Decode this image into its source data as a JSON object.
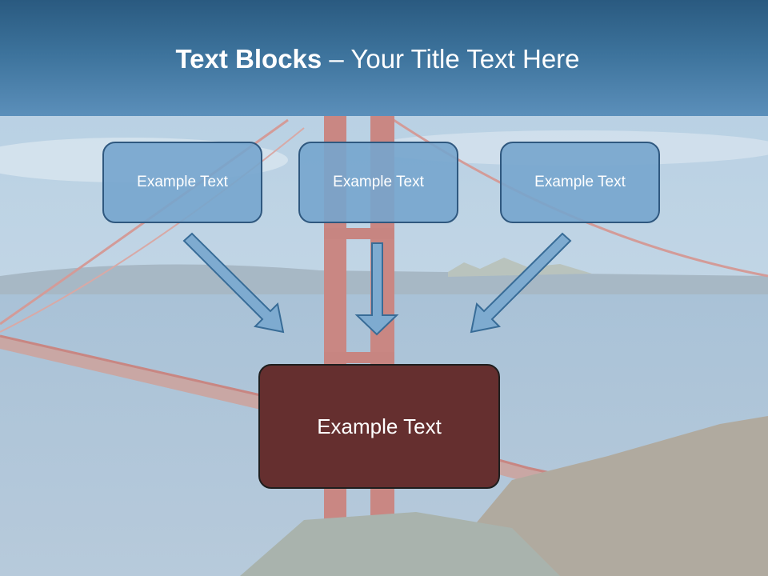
{
  "title": {
    "bold": "Text Blocks",
    "rest": " – Your Title Text Here"
  },
  "boxes": {
    "box1": "Example Text",
    "box2": "Example Text",
    "box3": "Example Text",
    "center": "Example Text"
  }
}
